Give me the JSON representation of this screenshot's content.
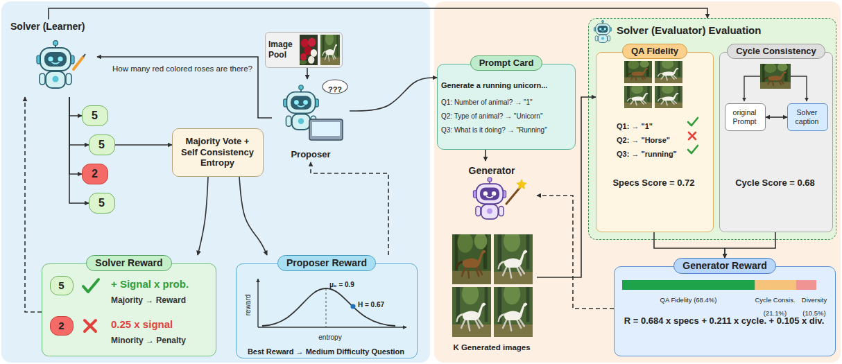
{
  "diagram": {
    "nodes": [
      {
        "text": [
          "Solver (Learner)"
        ]
      },
      {
        "text": [
          "5"
        ]
      },
      {
        "text": [
          "5"
        ]
      },
      {
        "text": [
          "2"
        ]
      },
      {
        "text": [
          "5"
        ]
      },
      {
        "text": [
          "Majority Vote + Self Consistency Entropy"
        ]
      },
      {
        "text": [
          "Image Pool"
        ]
      },
      {
        "text": [
          "Proposer"
        ]
      },
      {
        "text": [
          "Solver Reward",
          "+ Signal x prob.",
          "Majority → Reward",
          "0.25 x signal",
          "Minority → Penalty"
        ]
      },
      {
        "text": [
          "5"
        ],
        "in": 8
      },
      {
        "text": [
          "2"
        ],
        "in": 8
      },
      {
        "text": [
          "Proposer Reward",
          "Best Reward → Medium Difficulty Question"
        ]
      },
      {
        "text": [
          "Prompt Card",
          "Generate a running unicorn...",
          "Q1: Number of animal? → \"1\"",
          "Q2: Type of animal? → \"Unicorn\"",
          "Q3: What is it doing? → \"Running\""
        ]
      },
      {
        "text": [
          "Generator",
          "K Generated images"
        ]
      },
      {
        "text": [
          "Solver (Evaluator) Evaluation"
        ]
      },
      {
        "text": [
          "QA Fidelity",
          "Q1: → \"1\"",
          "Q2: → \"Horse\"",
          "Q3: → \"running\"",
          "Specs Score = 0.72"
        ],
        "in": 14
      },
      {
        "text": [
          "Cycle Consistency",
          "Cycle Score = 0.68"
        ],
        "in": 14
      },
      {
        "text": [
          "original Prompt"
        ],
        "in": 16
      },
      {
        "text": [
          "Solver caption"
        ],
        "in": 16
      },
      {
        "text": [
          "Generator Reward",
          "R = 0.684 x specs + 0.211 x cycle. + 0.105 x div."
        ]
      }
    ],
    "edges": [
      {
        "from": 0,
        "to": 14,
        "arrow": "to"
      },
      {
        "from": 0,
        "to": 1,
        "arrow": "to"
      },
      {
        "from": 0,
        "to": 2,
        "arrow": "to"
      },
      {
        "from": 0,
        "to": 3,
        "arrow": "to"
      },
      {
        "from": 0,
        "to": 4,
        "arrow": "to"
      },
      {
        "from": 2,
        "to": 5,
        "arrow": "to"
      },
      {
        "from": 5,
        "to": 8,
        "arrow": "to"
      },
      {
        "from": 5,
        "to": 11,
        "arrow": "to"
      },
      {
        "from": 8,
        "to": 0,
        "arrow": "to"
      },
      {
        "from": 11,
        "to": 7,
        "arrow": "to"
      },
      {
        "from": 6,
        "to": 7,
        "arrow": "to"
      },
      {
        "from": 7,
        "to": 0,
        "label": "How many red colored roses are there?",
        "arrow": "to"
      },
      {
        "from": 7,
        "to": 12,
        "arrow": "to"
      },
      {
        "from": 12,
        "to": 13,
        "arrow": "to"
      },
      {
        "from": 13,
        "to": 15,
        "arrow": "to"
      },
      {
        "from": 17,
        "to": 18,
        "arrow": "both"
      },
      {
        "from": 15,
        "to": 19,
        "arrow": "to"
      },
      {
        "from": 16,
        "to": 19,
        "arrow": "to"
      },
      {
        "from": 19,
        "to": 13,
        "arrow": "to"
      }
    ],
    "labels": [
      "???",
      "reward",
      "entropy",
      "μ₀ = 0.9",
      "H = 0.67",
      "QA Fidelity (68.4%)",
      "Cycle Consis. (21.1%)",
      "Diversity (10.5%)"
    ]
  }
}
